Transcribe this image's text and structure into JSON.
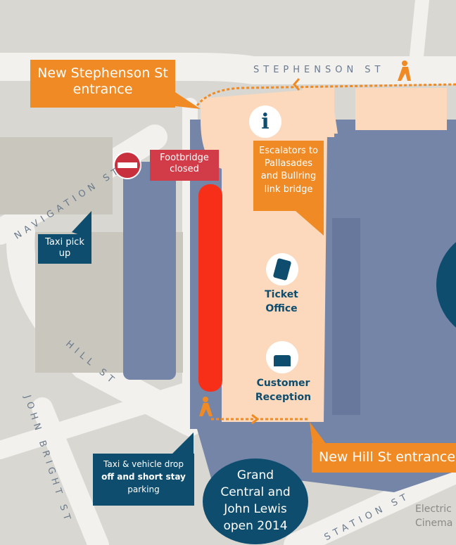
{
  "callouts": {
    "new_stephenson": "New Stephenson St entrance",
    "footbridge": "Footbridge closed",
    "escalators": "Escalators to Pallasades and Bullring link bridge",
    "taxi_pickup": "Taxi pick up",
    "taxi_drop": [
      "Taxi & vehicle drop",
      "off and short stay",
      "parking"
    ],
    "grand_central": "Grand Central and John Lewis open 2014",
    "new_hill": "New Hill St entrance"
  },
  "facilities": {
    "info": "i",
    "ticket_office": "Ticket Office",
    "customer_reception": "Customer Reception"
  },
  "streets": {
    "stephenson": "STEPHENSON ST",
    "navigation": "NAVIGATION ST",
    "hill": "HILL ST",
    "john_bright": "JOHN BRIGHT ST",
    "station": "STATION ST"
  },
  "places": {
    "electric_cinema": "Electric Cinema"
  },
  "colors": {
    "orange": "#f08a24",
    "navy": "#0e4d6e",
    "station": "#7585a8",
    "concourse": "#fcd9bc",
    "closed": "#d23c48",
    "closed_route": "#ff2a10"
  }
}
